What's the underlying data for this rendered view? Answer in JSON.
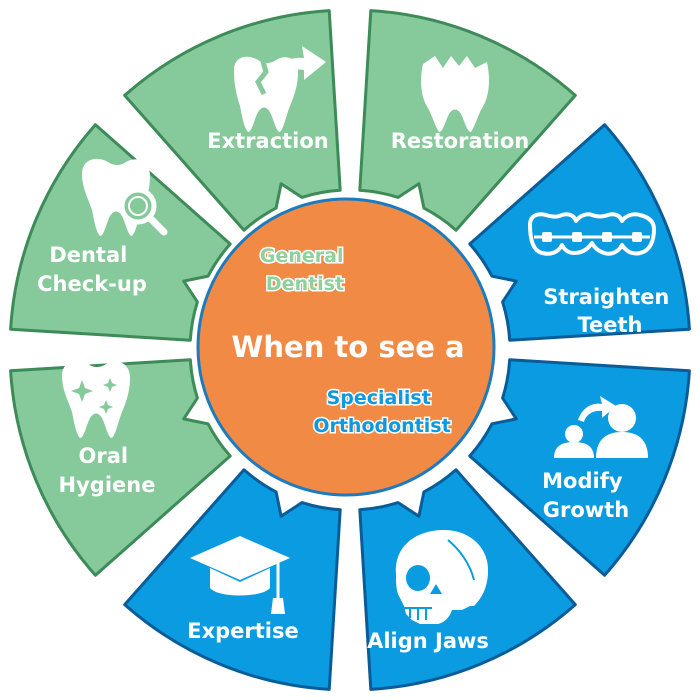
{
  "center": {
    "main_text": "When to see a",
    "general_line1": "General",
    "general_line2": "Dentist",
    "specialist_line1": "Specialist",
    "specialist_line2": "Orthodontist"
  },
  "segments": [
    {
      "key": "restoration",
      "lines": [
        "Restoration"
      ],
      "icon": "tooth-icon"
    },
    {
      "key": "straighten",
      "lines": [
        "Straighten",
        "Teeth"
      ],
      "icon": "braces-icon"
    },
    {
      "key": "modify",
      "lines": [
        "Modify",
        "Growth"
      ],
      "icon": "growth-people-icon"
    },
    {
      "key": "align",
      "lines": [
        "Align Jaws"
      ],
      "icon": "skull-icon"
    },
    {
      "key": "expertise",
      "lines": [
        "Expertise"
      ],
      "icon": "graduation-cap-icon"
    },
    {
      "key": "oral",
      "lines": [
        "Oral",
        "Hygiene"
      ],
      "icon": "sparkling-tooth-icon"
    },
    {
      "key": "checkup",
      "lines": [
        "Dental",
        "Check-up"
      ],
      "icon": "tooth-magnifier-icon"
    },
    {
      "key": "extraction",
      "lines": [
        "Extraction"
      ],
      "icon": "tooth-extraction-icon"
    }
  ],
  "colors": {
    "general": "#86c99a",
    "general_stroke": "#3d8b58",
    "specialist": "#0b9be0",
    "specialist_stroke": "#0a5c99",
    "center": "#f18a45",
    "center_stroke": "#1c7bbf"
  }
}
